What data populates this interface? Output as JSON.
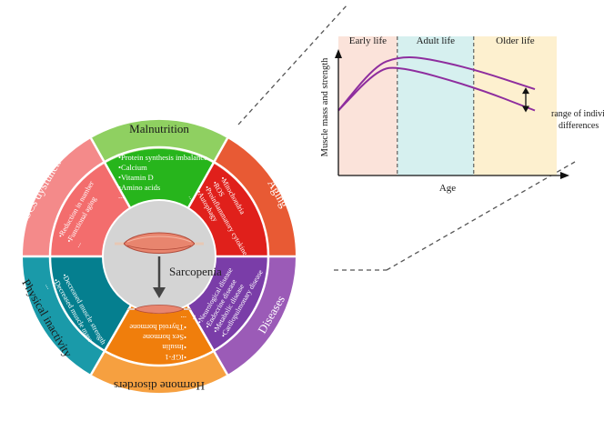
{
  "colors": {
    "malnutrition_outer": "#8fd061",
    "malnutrition_inner": "#27b51c",
    "aging_outer": "#e85a34",
    "aging_inner": "#e0201b",
    "diseases_outer": "#9b5bb7",
    "diseases_inner": "#7a3da8",
    "hormone_outer": "#f6a040",
    "hormone_inner": "#f07e0c",
    "physical_outer": "#1a9aa9",
    "physical_inner": "#057f8f",
    "muscs_outer": "#f48a8a",
    "muscs_inner": "#f36d6d",
    "center": "#d4d4d4",
    "curve": "#8e2d9e",
    "early_zone": "#fbe3da",
    "adult_zone": "#d6f0ef",
    "older_zone": "#fdf0cf"
  },
  "wheel": {
    "center_label": "Sarcopenia",
    "segments": [
      {
        "title": "Malnutrition",
        "items": [
          "•Protein synthesis imbalance",
          "•Calcium",
          "•Vitamin D",
          "•Amino acids",
          "..."
        ]
      },
      {
        "title": "Aging",
        "items": [
          "•Mitochondria",
          "•ROS",
          "•Proinflammatory cytokine",
          "•Autophagy",
          "..."
        ]
      },
      {
        "title": "Diseases",
        "items": [
          "•Cardiopulmonary disease",
          "•Metabolic disease",
          "•Endocrine disease",
          "•Neurological disease",
          "..."
        ]
      },
      {
        "title": "Hormone disorders",
        "items": [
          "•IGF-1",
          "•Insulin",
          "•Sex hormone",
          "•Thyroid hormone",
          "..."
        ]
      },
      {
        "title": "Physical inactivity",
        "items": [
          "•Decreased muscle strength",
          "•Decreased muscle mass",
          "..."
        ]
      },
      {
        "title": "MuSCs dysfunction",
        "items": [
          "•Reduction in number",
          "•Functional aging",
          "..."
        ]
      }
    ]
  },
  "chart_data": {
    "type": "line",
    "xlabel": "Age",
    "ylabel": "Muscle mass and strength",
    "phases": [
      "Early life",
      "Adult life",
      "Older life"
    ],
    "phase_bounds": [
      0,
      0.27,
      0.62,
      1.0
    ],
    "series": [
      {
        "x": [
          0,
          0.17,
          0.27,
          0.38,
          0.62,
          0.9
        ],
        "y": [
          0.55,
          0.93,
          1.0,
          1.0,
          0.9,
          0.73
        ]
      },
      {
        "x": [
          0,
          0.17,
          0.27,
          0.62,
          0.9
        ],
        "y": [
          0.55,
          0.88,
          0.93,
          0.75,
          0.55
        ]
      }
    ],
    "annotation": "range of individual differences"
  }
}
